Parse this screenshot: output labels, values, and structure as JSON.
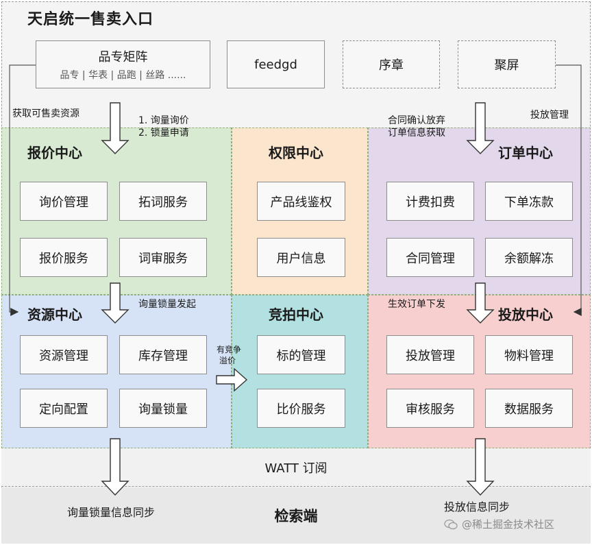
{
  "title": "天启统一售卖入口",
  "entries": {
    "matrix": {
      "label": "品专矩阵",
      "sub": "品专 | 华表 | 品跑 | 丝路 ......"
    },
    "feedgd": {
      "label": "feedgd"
    },
    "xuzhang": {
      "label": "序章"
    },
    "jiuping": {
      "label": "聚屏"
    }
  },
  "notes": {
    "get_resources": "获取可售卖资源",
    "inquiry_step1": "1. 询量询价",
    "inquiry_step2": "2. 锁量申请",
    "contract_confirm": "合同确认放弃",
    "order_info": "订单信息获取",
    "delivery_mgmt": "投放管理",
    "inquiry_lock": "询量锁量发起",
    "has_competition_1": "有竞争",
    "has_competition_2": "溢价",
    "order_effective": "生效订单下发",
    "sync_inquiry": "询量锁量信息同步",
    "sync_delivery": "投放信息同步"
  },
  "centers": {
    "quote": {
      "title": "报价中心",
      "items": [
        "询价管理",
        "拓词服务",
        "报价服务",
        "词审服务"
      ]
    },
    "permission": {
      "title": "权限中心",
      "items": [
        "产品线鉴权",
        "用户信息"
      ]
    },
    "order": {
      "title": "订单中心",
      "items": [
        "计费扣费",
        "下单冻款",
        "合同管理",
        "余额解冻"
      ]
    },
    "resource": {
      "title": "资源中心",
      "items": [
        "资源管理",
        "库存管理",
        "定向配置",
        "询量锁量"
      ]
    },
    "bidding": {
      "title": "竞拍中心",
      "items": [
        "标的管理",
        "比价服务"
      ]
    },
    "delivery": {
      "title": "投放中心",
      "items": [
        "投放管理",
        "物料管理",
        "审核服务",
        "数据服务"
      ]
    }
  },
  "watt": "WATT 订阅",
  "search": "检索端",
  "watermark": "@稀土掘金技术社区",
  "colors": {
    "quote": "#d9ead3",
    "permission": "#fce5cd",
    "order": "#e3d7eb",
    "resource": "#d6e2f5",
    "bidding": "#b3e0e0",
    "delivery": "#f8cfcf"
  }
}
